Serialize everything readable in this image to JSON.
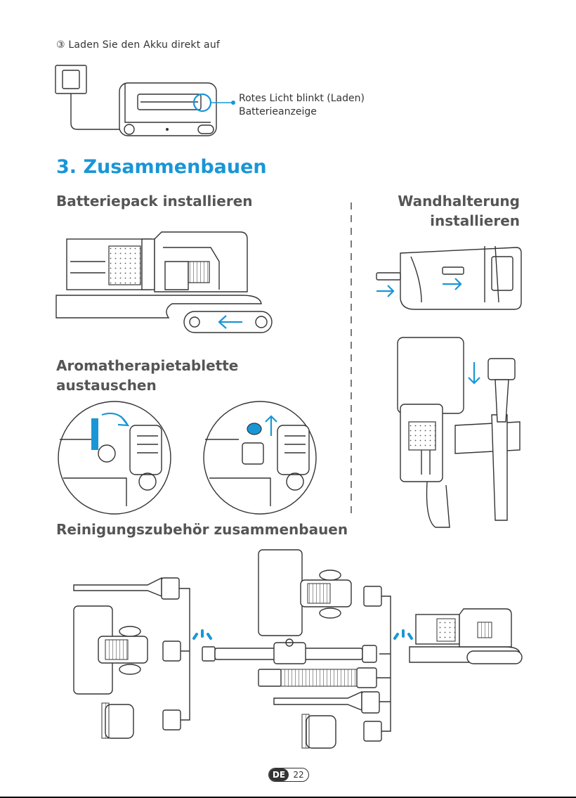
{
  "header": {
    "step_label": "③ Laden Sie den Akku direkt auf"
  },
  "charging": {
    "led_line1": "Rotes Licht blinkt (Laden)",
    "led_line2": "Batterieanzeige"
  },
  "section": {
    "title": "3. Zusammenbauen"
  },
  "subsections": {
    "battery": "Batteriepack installieren",
    "wall_line1": "Wandhalterung",
    "wall_line2": "installieren",
    "aroma_line1": "Aromatherapietablette",
    "aroma_line2": "austauschen",
    "accessories": "Reinigungszubehör zusammenbauen"
  },
  "footer": {
    "lang": "DE",
    "page": "22"
  },
  "colors": {
    "accent": "#1996d6",
    "text": "#3a3a3a"
  },
  "icons": [
    "power-adapter-icon",
    "arrow-left-icon",
    "arrow-right-icon",
    "arrow-up-icon",
    "arrow-down-icon",
    "curved-arrow-icon",
    "click-sparkle-icon"
  ]
}
